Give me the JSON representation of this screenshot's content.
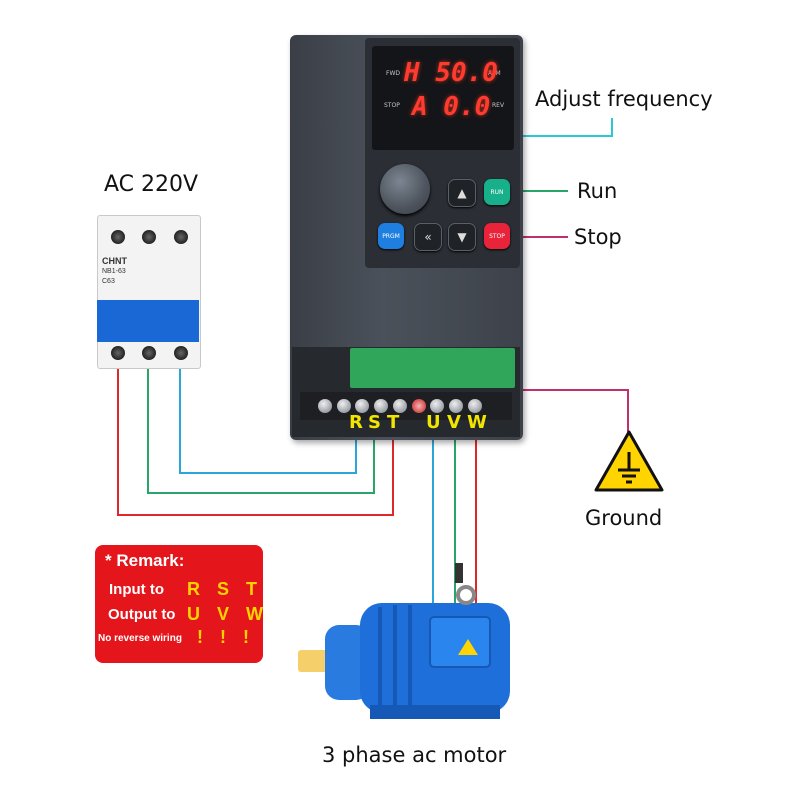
{
  "labels": {
    "ac_supply": "AC 220V",
    "adjust": "Adjust frequency",
    "run": "Run",
    "stop": "Stop",
    "ground": "Ground",
    "motor": "3 phase ac motor"
  },
  "display": {
    "line1": "H 50.0",
    "line2": "A 0.0",
    "fwd": "FWD",
    "alm": "ALM",
    "stop": "STOP",
    "rev": "REV"
  },
  "buttons": {
    "run": "RUN",
    "stop": "STOP",
    "prgm": "PRGM"
  },
  "terminals": {
    "input": [
      "R",
      "S",
      "T"
    ],
    "output": [
      "U",
      "V",
      "W"
    ]
  },
  "breaker": {
    "brand": "CHNT",
    "model": "NB1-63",
    "rating": "C63"
  },
  "remark": {
    "title": "* Remark:",
    "input_label": "Input to",
    "input_value": "R S T",
    "output_label": "Output to",
    "output_value": "U V W",
    "warning": "No reverse wiring",
    "warning_marks": "! ! !"
  },
  "colors": {
    "wire_red": "#e0282a",
    "wire_green": "#2aa56a",
    "wire_blue": "#2aa7d6",
    "wire_pink": "#c0306f",
    "run_button": "#18b08a",
    "stop_button": "#e8233a",
    "prgm_button": "#1f7fe0",
    "remark_bg": "#e4161b",
    "remark_highlight": "#ffd400",
    "terminal_letters": "#f2e600",
    "motor_blue": "#1e6fd9"
  }
}
